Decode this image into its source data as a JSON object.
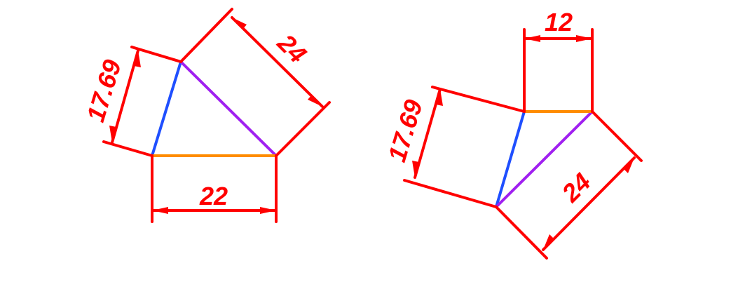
{
  "colors": {
    "dimension": "#ff0000",
    "side_blue": "#1f4fff",
    "side_purple": "#a020f0",
    "side_orange": "#ff8c00"
  },
  "figure_left": {
    "label_blue": "17.69",
    "label_purple": "24",
    "label_orange": "22"
  },
  "figure_right": {
    "label_blue": "17.69",
    "label_purple": "24",
    "label_orange": "12"
  }
}
